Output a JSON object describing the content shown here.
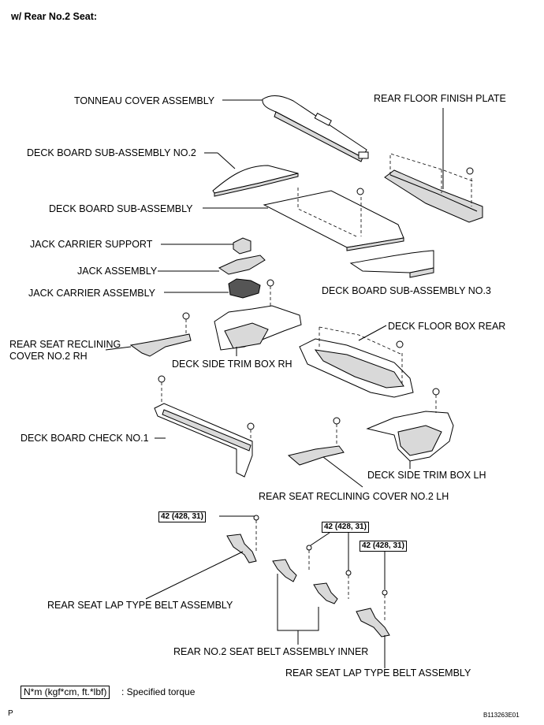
{
  "heading": "w/ Rear No.2 Seat:",
  "labels": {
    "tonneau_cover": "TONNEAU COVER ASSEMBLY",
    "rear_floor_finish_plate": "REAR FLOOR FINISH PLATE",
    "deck_board_no2": "DECK BOARD SUB-ASSEMBLY NO.2",
    "deck_board": "DECK BOARD SUB-ASSEMBLY",
    "jack_carrier_support": "JACK CARRIER SUPPORT",
    "jack_assembly": "JACK ASSEMBLY",
    "jack_carrier_assembly": "JACK CARRIER ASSEMBLY",
    "deck_board_no3": "DECK BOARD SUB-ASSEMBLY NO.3",
    "rear_seat_reclining_rh_line1": "REAR SEAT RECLINING",
    "rear_seat_reclining_rh_line2": "COVER NO.2 RH",
    "deck_side_trim_rh": "DECK SIDE TRIM BOX RH",
    "deck_floor_box_rear": "DECK FLOOR BOX REAR",
    "deck_board_check": "DECK BOARD CHECK NO.1",
    "deck_side_trim_lh": "DECK SIDE TRIM BOX LH",
    "rear_seat_reclining_lh": "REAR SEAT RECLINING COVER NO.2 LH",
    "lap_belt_1": "REAR SEAT LAP TYPE BELT ASSEMBLY",
    "no2_belt_inner": "REAR NO.2 SEAT BELT ASSEMBLY INNER",
    "lap_belt_2": "REAR SEAT LAP TYPE BELT ASSEMBLY"
  },
  "torque_values": [
    "42 (428, 31)",
    "42 (428, 31)",
    "42 (428, 31)"
  ],
  "legend": {
    "box": "N*m (kgf*cm, ft.*lbf)",
    "text": ": Specified torque"
  },
  "footer": {
    "page_mark": "P",
    "code": "B113263E01"
  }
}
